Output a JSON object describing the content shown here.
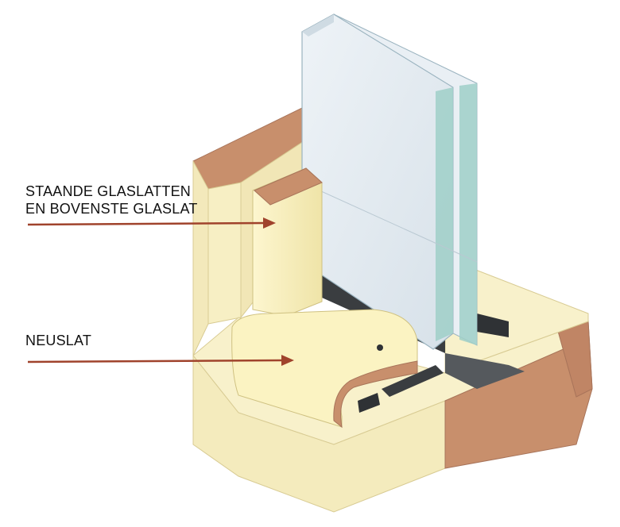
{
  "labels": {
    "staande_line1": "STAANDE GLASLATTEN",
    "staande_line2": "EN BOVENSTE GLASLAT",
    "neuslat": "NEUSLAT"
  },
  "colors": {
    "frame_wood": "#f7efc4",
    "frame_wood_shade": "#eadfae",
    "end_grain": "#c88f6c",
    "glazing_bead": "#fbf3c2",
    "glass": "#e4ecf2",
    "glass_edge": "#9fcfc8",
    "rubber": "#3a3d40",
    "arrow": "#a0432c"
  }
}
